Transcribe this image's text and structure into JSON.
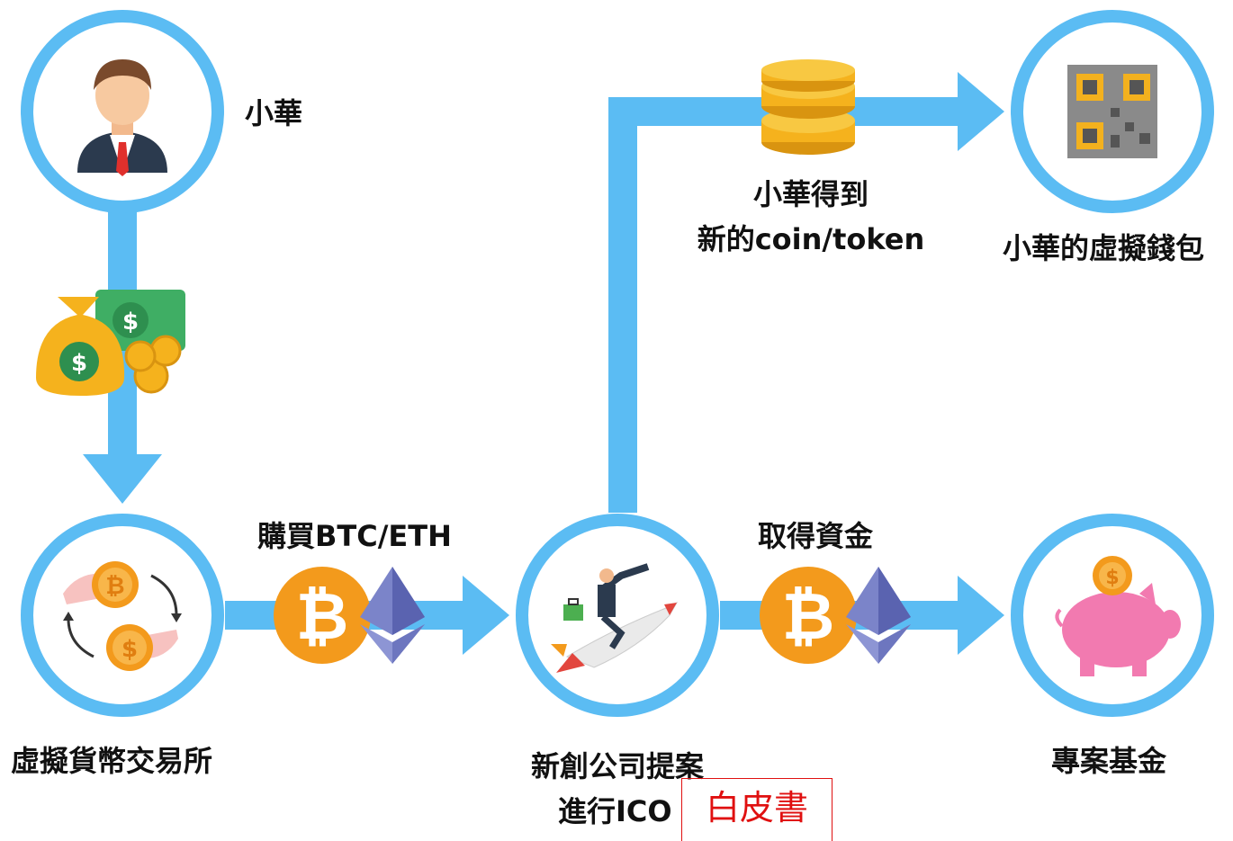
{
  "labels": {
    "person": "小華",
    "exchange": "虛擬貨幣交易所",
    "buy": "購買BTC/ETH",
    "proposal_line1": "新創公司提案",
    "proposal_line2": "進行ICO",
    "funds": "取得資金",
    "receive_line1": "小華得到",
    "receive_line2": "新的coin/token",
    "wallet": "小華的虛擬錢包",
    "project": "專案基金"
  },
  "annotation": {
    "text": "白皮書"
  },
  "colors": {
    "flow": "#5bbcf3",
    "circle_ring": "#5bbcf3",
    "bitcoin": "#f39a1c",
    "ethereum": "#7b84c9",
    "annotation": "#e01010"
  },
  "icons": {
    "person": "businessman-icon",
    "money": "money-bag-icon",
    "exchange": "currency-exchange-icon",
    "startup": "rocket-businessman-icon",
    "coins": "coin-stack-icon",
    "wallet": "qr-code-icon",
    "project": "piggy-bank-icon",
    "bitcoin": "bitcoin-icon",
    "ethereum": "ethereum-icon"
  }
}
